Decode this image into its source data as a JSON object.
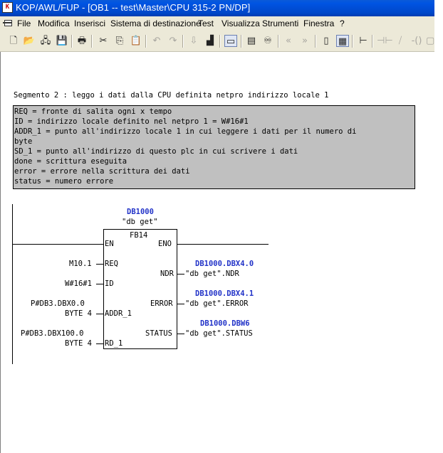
{
  "window": {
    "title": "KOP/AWL/FUP  - [OB1 -- test\\Master\\CPU 315-2 PN/DP]"
  },
  "menu": {
    "items": [
      "File",
      "Modifica",
      "Inserisci",
      "Sistema di destinazione",
      "Test",
      "Visualizza",
      "Strumenti",
      "Finestra",
      "?"
    ]
  },
  "segment": {
    "title": "Segmento 2 : leggo i dati dalla CPU definita netpro indirizzo locale 1",
    "comment_lines": [
      "REQ = fronte di salita ogni x tempo",
      "ID = indirizzo locale definito nel netpro 1 = W#16#1",
      "ADDR_1 = punto all'indirizzo locale 1 in cui leggere i dati per il numero di",
      "byte",
      "SD_1 = punto all'indirizzo di questo plc in cui scrivere i dati",
      "done = scrittura eseguita",
      "error = errore nella scrittura dei dati",
      "status = numero errore"
    ]
  },
  "block": {
    "db_address": "DB1000",
    "db_symbol": "\"db get\"",
    "fb_name": "FB14",
    "pins_in": {
      "en": "EN",
      "req": "REQ",
      "id": "ID",
      "addr_1": "ADDR_1",
      "rd_1": "RD_1"
    },
    "pins_out": {
      "eno": "ENO",
      "ndr": "NDR",
      "error": "ERROR",
      "status": "STATUS"
    },
    "params_in": {
      "req": "M10.1",
      "id": "W#16#1",
      "addr_1_line1": "P#DB3.DBX0.0",
      "addr_1_line2": "BYTE 4",
      "rd_1_line1": "P#DB3.DBX100.0",
      "rd_1_line2": "BYTE 4"
    },
    "params_out": {
      "ndr_address": "DB1000.DBX4.0",
      "ndr_symbol": "\"db get\".NDR",
      "error_address": "DB1000.DBX4.1",
      "error_symbol": "\"db get\".ERROR",
      "status_address": "DB1000.DBW6",
      "status_symbol": "\"db get\".STATUS"
    }
  },
  "colors": {
    "titlebar": "#0054e3",
    "comment_bg": "#c0c0c0",
    "address_blue": "#2233c8"
  }
}
